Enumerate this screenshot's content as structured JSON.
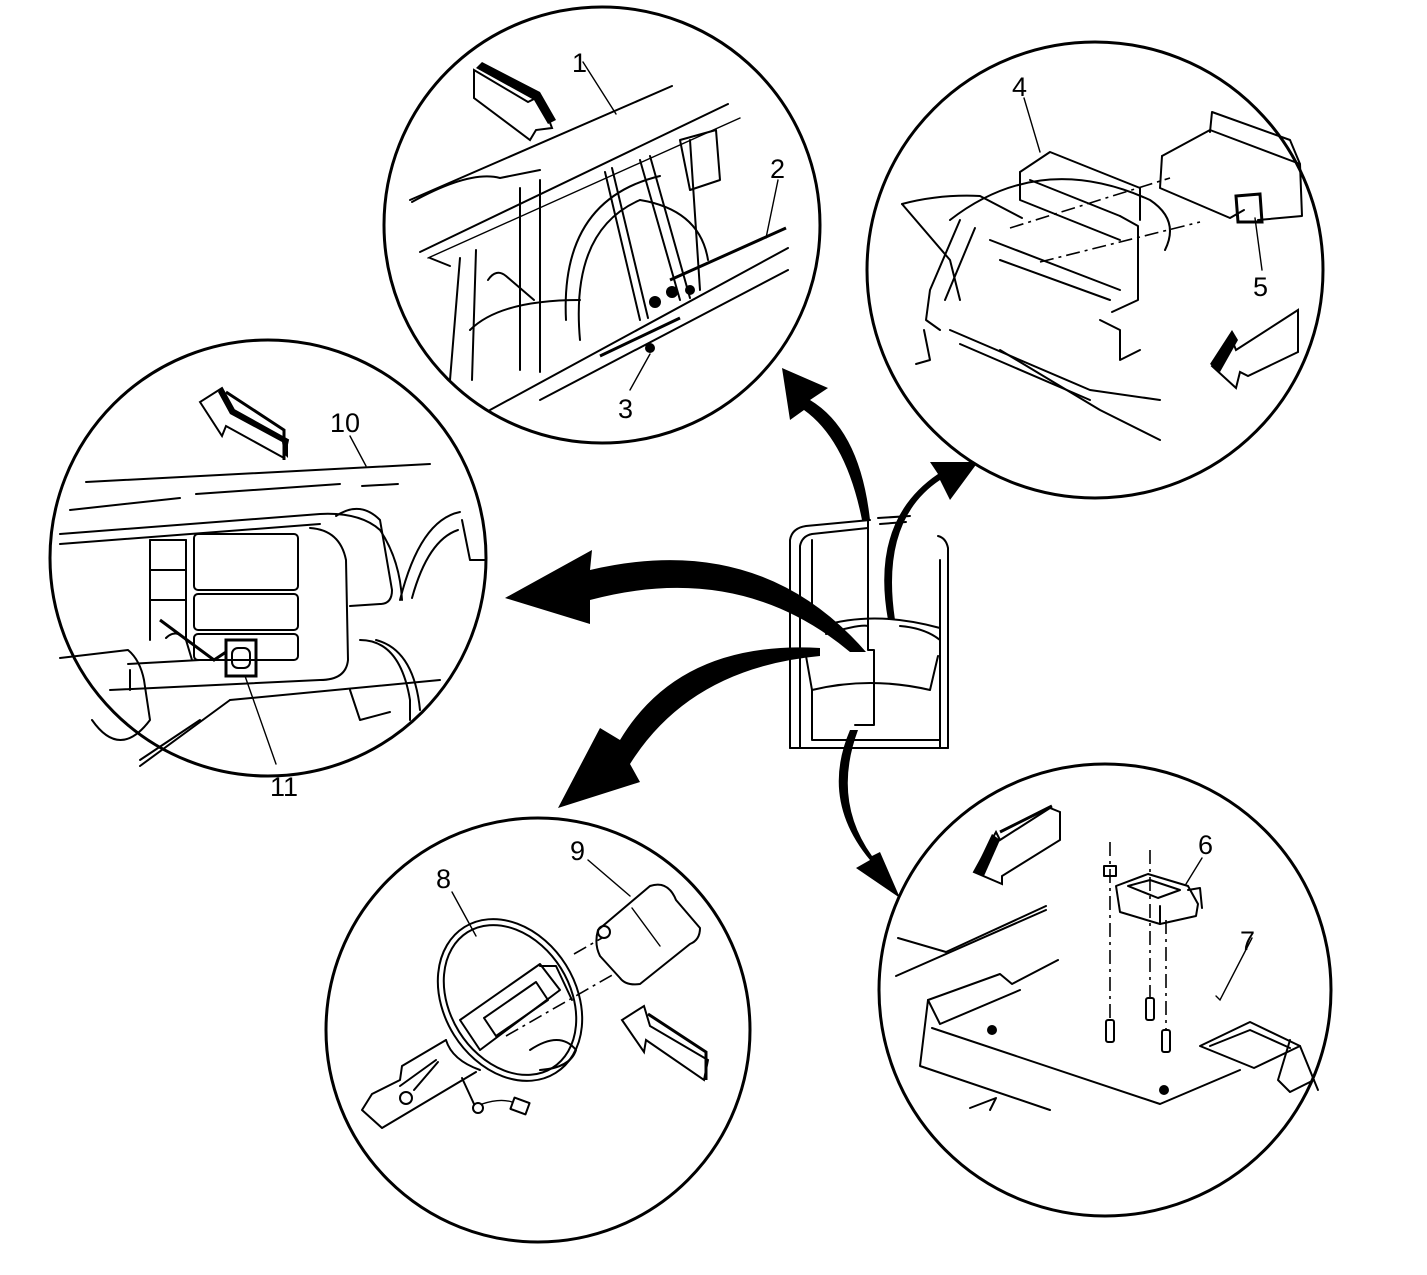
{
  "diagram": {
    "description": "Airbag / SIR component locator views around vehicle outline",
    "colors": {
      "line": "#000000",
      "background": "#ffffff"
    },
    "views": [
      {
        "id": "view-top",
        "subject": "front bumper / grille area",
        "callouts": [
          "1",
          "2",
          "3"
        ]
      },
      {
        "id": "view-top-right",
        "subject": "instrument panel passenger airbag module",
        "callouts": [
          "4",
          "5"
        ]
      },
      {
        "id": "view-left",
        "subject": "instrument panel / center stack",
        "callouts": [
          "10",
          "11"
        ]
      },
      {
        "id": "view-bottom-center",
        "subject": "steering wheel and driver airbag",
        "callouts": [
          "8",
          "9"
        ]
      },
      {
        "id": "view-bottom-right",
        "subject": "floor-mounted sensing module",
        "callouts": [
          "6",
          "7"
        ]
      }
    ],
    "callouts": {
      "c1": "1",
      "c2": "2",
      "c3": "3",
      "c4": "4",
      "c5": "5",
      "c6": "6",
      "c7": "7",
      "c8": "8",
      "c9": "9",
      "c10": "10",
      "c11": "11"
    }
  }
}
